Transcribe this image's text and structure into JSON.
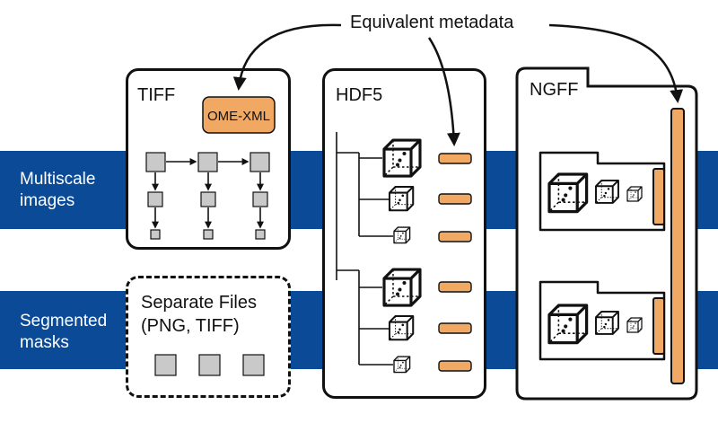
{
  "header": {
    "metadata_label": "Equivalent metadata"
  },
  "rows": {
    "multiscale": {
      "line1": "Multiscale",
      "line2": "images"
    },
    "segmented": {
      "line1": "Segmented",
      "line2": "masks"
    }
  },
  "panels": {
    "tiff": {
      "title": "TIFF",
      "meta_label": "OME-XML"
    },
    "separate": {
      "line1": "Separate Files",
      "line2": "(PNG, TIFF)"
    },
    "hdf5": {
      "title": "HDF5"
    },
    "ngff": {
      "title": "NGFF"
    }
  },
  "colors": {
    "band": "#0b4a96",
    "metadata": "#f0a862",
    "chunk": "#c9c9c9"
  }
}
